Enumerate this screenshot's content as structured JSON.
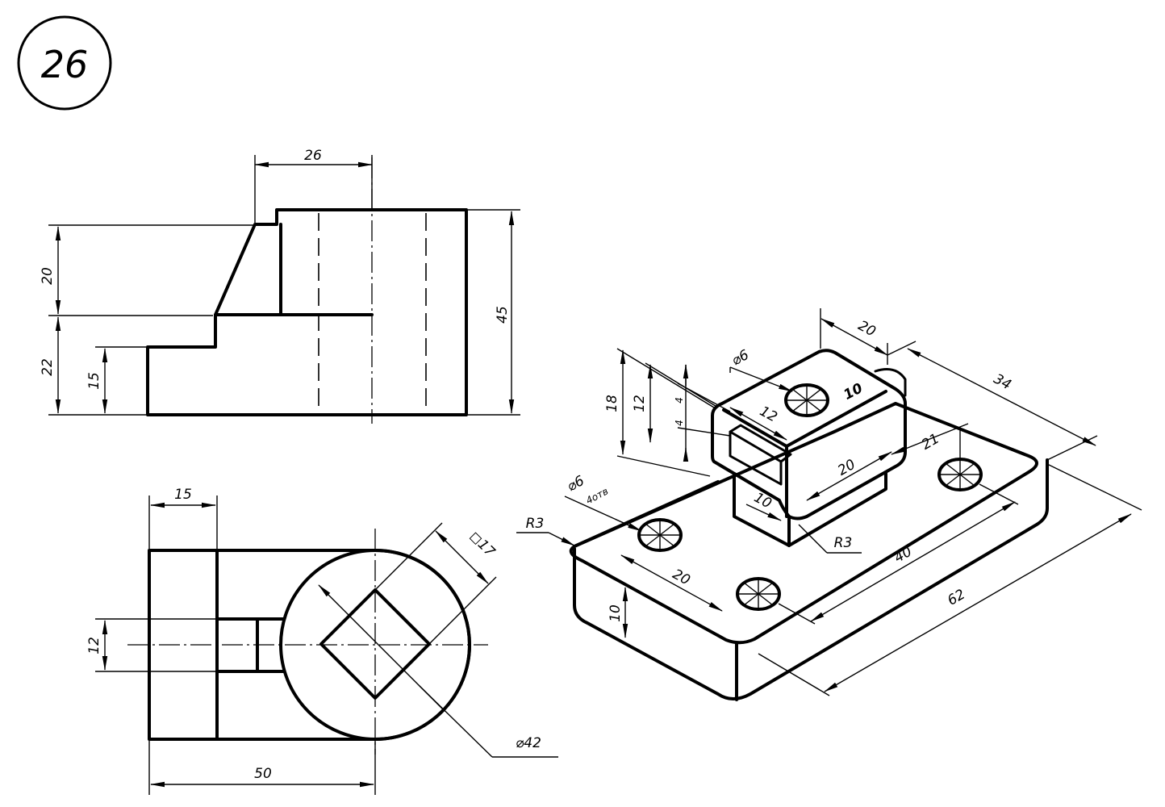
{
  "sheet": {
    "number": "26"
  },
  "front_view": {
    "dims": {
      "d26": "26",
      "d20": "20",
      "d22": "22",
      "d15": "15",
      "d45": "45"
    }
  },
  "top_view": {
    "dims": {
      "d15": "15",
      "d12": "12",
      "d50": "50",
      "sq17": "◻17",
      "dia42": "⌀42"
    }
  },
  "iso_view": {
    "dims": {
      "d20_top": "20",
      "dia6_top": "⌀6",
      "d10": "10",
      "d34": "34",
      "d18": "18",
      "d12": "12",
      "d4a": "4",
      "d4b": "4",
      "d12_iso": "12",
      "d20_mid": "20",
      "d21": "21",
      "d10_low": "10",
      "dia6_holes": "⌀6",
      "holes_note": "4отв",
      "r3_left": "R3",
      "r3_right": "R3",
      "d20_bottom": "20",
      "d40": "40",
      "d62": "62",
      "d10_side": "10"
    }
  }
}
